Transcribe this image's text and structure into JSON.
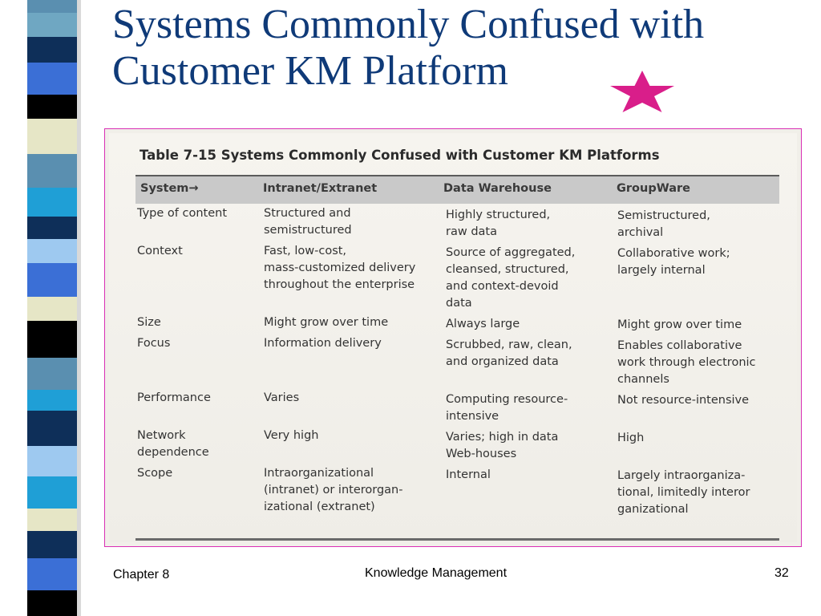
{
  "slide": {
    "title": "Systems Commonly Confused with Customer KM Platform",
    "accent_color": "#0f3a78",
    "star_color": "#d91e8a",
    "frame_color": "#d92fb5"
  },
  "table": {
    "caption": "Table 7-15 Systems Commonly Confused with Customer KM Platforms",
    "headers": [
      "System→",
      "Intranet/Extranet",
      "Data Warehouse",
      "GroupWare"
    ],
    "rows": [
      {
        "label": "Type of content",
        "intranet": "Structured and\nsemistructured",
        "warehouse": "Highly structured,\nraw data",
        "groupware": "Semistructured,\narchival"
      },
      {
        "label": "Context",
        "intranet": "Fast, low-cost,\nmass-customized delivery\nthroughout the enterprise",
        "warehouse": "Source of aggregated,\ncleansed, structured,\nand context-devoid\ndata",
        "groupware": "Collaborative work;\nlargely internal"
      },
      {
        "label": "Size",
        "intranet": "Might grow over time",
        "warehouse": "Always large",
        "groupware": "Might grow over time"
      },
      {
        "label": "Focus",
        "intranet": "Information delivery",
        "warehouse": "Scrubbed, raw, clean,\nand organized data",
        "groupware": "Enables collaborative\nwork through electronic\nchannels"
      },
      {
        "label": "Performance",
        "intranet": "Varies",
        "warehouse": "Computing resource-\nintensive",
        "groupware": "Not resource-intensive"
      },
      {
        "label": "Network\ndependence",
        "intranet": "Very high",
        "warehouse": "Varies; high in data\nWeb-houses",
        "groupware": "High"
      },
      {
        "label": "Scope",
        "intranet": "Intraorganizational\n(intranet) or interorgan-\nizational (extranet)",
        "warehouse": "Internal",
        "groupware": "Largely intraorganiza-\ntional, limitedly interor\nganizational"
      }
    ]
  },
  "footer": {
    "left": "Chapter 8",
    "center": "Knowledge Management",
    "right": "32"
  }
}
